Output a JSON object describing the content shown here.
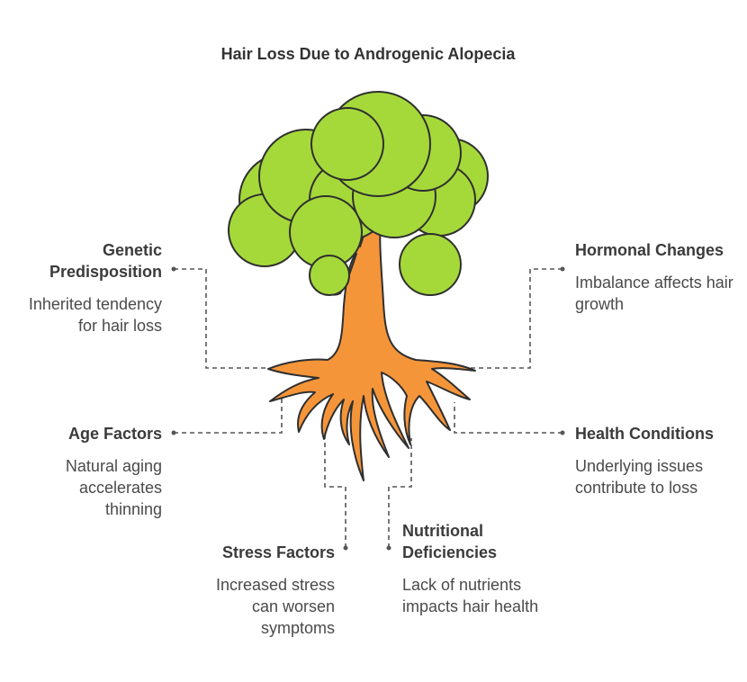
{
  "title": "Hair Loss Due to Androgenic Alopecia",
  "factors": {
    "genetic": {
      "heading": "Genetic Predisposition",
      "desc": "Inherited tendency for hair loss"
    },
    "hormonal": {
      "heading": "Hormonal Changes",
      "desc": "Imbalance affects hair growth"
    },
    "age": {
      "heading": "Age Factors",
      "desc": "Natural aging accelerates thinning"
    },
    "health": {
      "heading": "Health Conditions",
      "desc": "Underlying issues contribute to loss"
    },
    "stress": {
      "heading": "Stress Factors",
      "desc": "Increased stress can worsen symptoms"
    },
    "nutrition": {
      "heading": "Nutritional Deficiencies",
      "desc": "Lack of nutrients impacts hair health"
    }
  },
  "colors": {
    "foliage": "#a5d93a",
    "trunk": "#f5953a",
    "outline": "#2f2f2f",
    "connector": "#555555"
  }
}
